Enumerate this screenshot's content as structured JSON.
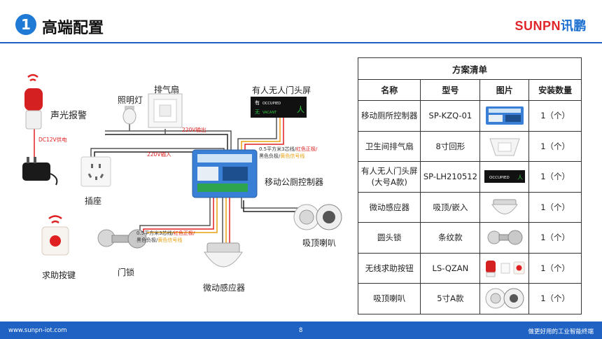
{
  "header": {
    "section_number": "1",
    "title": "高端配置",
    "brand_latin": "SUNPN",
    "brand_cn": "讯鹏"
  },
  "diagram": {
    "labels": {
      "alarm": "声光报警",
      "light": "照明灯",
      "fan": "排气扇",
      "door_screen": "有人无人门头屏",
      "controller": "移动公厕控制器",
      "socket": "插座",
      "help_button": "求助按键",
      "door_lock": "门锁",
      "ceiling_speaker": "吸顶喇叭",
      "sensor": "微动感应器"
    },
    "wires": {
      "dc12v": "DC12V供电",
      "v220_out": "220V输出",
      "v220_in": "220V输入",
      "note_a_prefix": "0.5平方米3芯线/",
      "note_a_red": "红色正极/",
      "note_a_black": "黑色负极/",
      "note_a_yellow": "黄色信号线",
      "note_b_prefix": "0.5平方米3芯线/",
      "note_b_red": "红色正极/",
      "note_b_black": "黑色负极/",
      "note_b_yellow": "黄色信号线"
    },
    "screen_text": {
      "top": "有",
      "occupied": "OCCUPIED",
      "bottom": "无",
      "vacant": "VACANT",
      "person": "人"
    }
  },
  "table": {
    "title": "方案清单",
    "headers": [
      "名称",
      "型号",
      "图片",
      "安装数量"
    ],
    "rows": [
      {
        "name": "移动厕所控制器",
        "model": "SP-KZQ-01",
        "qty": "1（个）"
      },
      {
        "name": "卫生间排气扇",
        "model": "8寸回形",
        "qty": "1（个）"
      },
      {
        "name": "有人无人门头屏\n(大号A款)",
        "name_line1": "有人无人门头屏",
        "name_line2": "(大号A款)",
        "model": "SP-LH210512",
        "qty": "1（个）"
      },
      {
        "name": "微动感应器",
        "model": "吸顶/嵌入",
        "qty": "1（个）"
      },
      {
        "name": "圆头锁",
        "model": "条纹款",
        "qty": "1（个）"
      },
      {
        "name": "无线求助按钮",
        "model": "LS-QZAN",
        "qty": "1（个）"
      },
      {
        "name": "吸顶喇叭",
        "model": "5寸A款",
        "qty": "1（个）"
      }
    ],
    "screen_pic_text": "OCCUPIED"
  },
  "footer": {
    "url": "www.sunpn-iot.com",
    "page": "8",
    "slogan": "做更好用的工业智能终端"
  },
  "colors": {
    "accent": "#1f62c4",
    "brand_red": "#e0262b",
    "wire_red": "#e02020",
    "wire_yellow": "#e8a010",
    "controller_blue": "#3a7fd6"
  }
}
